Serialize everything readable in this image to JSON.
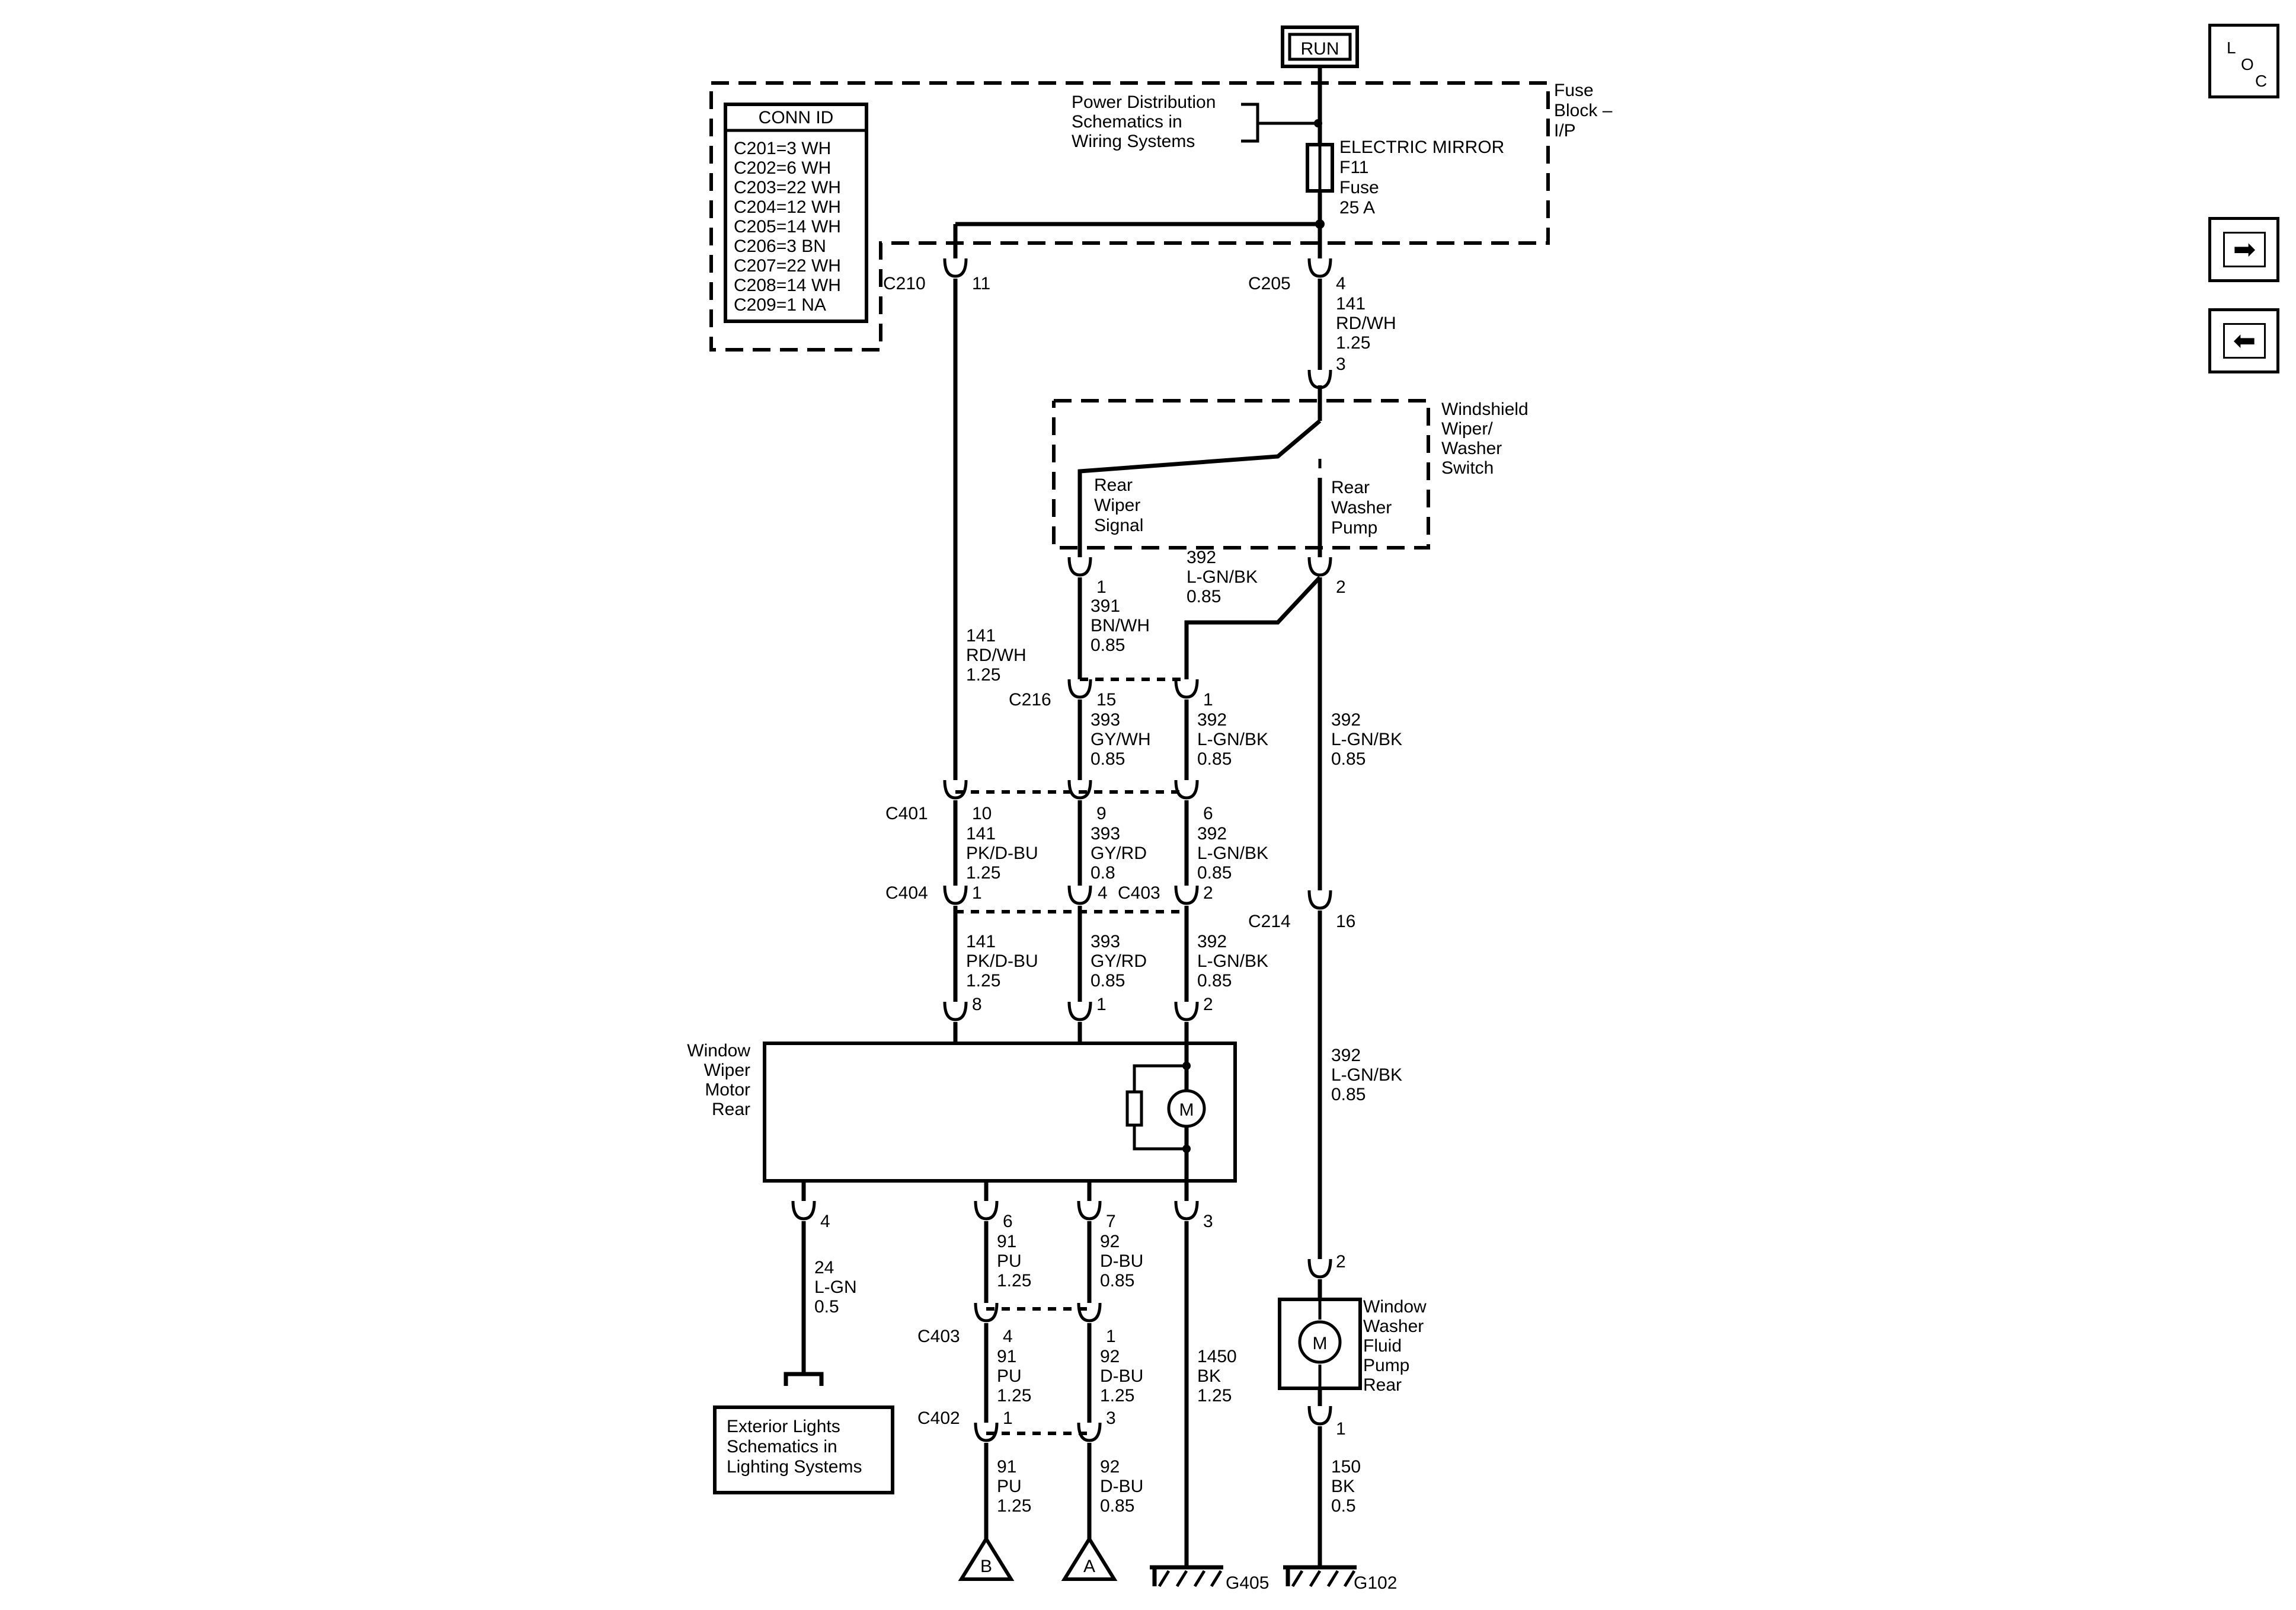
{
  "labels": {
    "run": "RUN",
    "power_dist": [
      "Power Distribution",
      "Schematics in",
      "Wiring Systems"
    ],
    "fuse_block": [
      "Fuse",
      "Block –",
      "I/P"
    ],
    "fuse": [
      "ELECTRIC MIRROR",
      "F11",
      "Fuse",
      "25 A"
    ],
    "conn_id_title": "CONN ID",
    "conn_id": [
      "C201=3 WH",
      "C202=6 WH",
      "C203=22 WH",
      "C204=12 WH",
      "C205=14 WH",
      "C206=3 BN",
      "C207=22 WH",
      "C208=14 WH",
      "C209=1 NA"
    ],
    "switch_name": [
      "Windshield",
      "Wiper/",
      "Washer",
      "Switch"
    ],
    "rear_wiper_signal": [
      "Rear",
      "Wiper",
      "Signal"
    ],
    "rear_washer_pump": [
      "Rear",
      "Washer",
      "Pump"
    ],
    "wiper_motor": [
      "Window",
      "Wiper",
      "Motor",
      "Rear"
    ],
    "washer_pump": [
      "Window",
      "Washer",
      "Fluid",
      "Pump",
      "Rear"
    ],
    "motor_symbol": "M",
    "ext_lights": [
      "Exterior Lights",
      "Schematics in",
      "Lighting Systems"
    ],
    "offpage_b": "B",
    "offpage_a": "A",
    "ground_g405": "G405",
    "ground_g102": "G102"
  },
  "connectors": {
    "c210": "C210",
    "c210_pin": "11",
    "c205": "C205",
    "c205_pin": "4",
    "switch_in_pin": "3",
    "c216": "C216",
    "c216_p15": "15",
    "c216_p1": "1",
    "switch_p1": "1",
    "switch_p2": "2",
    "c401": "C401",
    "c401_p10": "10",
    "c401_p9": "9",
    "c401_p6": "6",
    "c404": "C404",
    "c404_p1": "1",
    "c404_p4": "4",
    "c403_top": "C403",
    "c403_top_p2": "2",
    "motor_p8": "8",
    "motor_p1": "1",
    "motor_p2": "2",
    "motor_p4": "4",
    "motor_p6": "6",
    "motor_p7": "7",
    "motor_p3": "3",
    "c214": "C214",
    "c214_pin": "16",
    "c403_bot": "C403",
    "c403_bot_p4": "4",
    "c403_bot_p1": "1",
    "c402": "C402",
    "c402_p1": "1",
    "c402_p3": "3",
    "pump_p2": "2",
    "pump_p1": "1"
  },
  "wires": {
    "w141_top": [
      "141",
      "RD/WH",
      "1.25"
    ],
    "w141_c205": [
      "141",
      "RD/WH",
      "1.25"
    ],
    "w391": [
      "391",
      "BN/WH",
      "0.85"
    ],
    "w392_sw": [
      "392",
      "L-GN/BK",
      "0.85"
    ],
    "w393_a": [
      "393",
      "GY/WH",
      "0.85"
    ],
    "w392_a": [
      "392",
      "L-GN/BK",
      "0.85"
    ],
    "w392_right_a": [
      "392",
      "L-GN/BK",
      "0.85"
    ],
    "w141_b": [
      "141",
      "PK/D-BU",
      "1.25"
    ],
    "w393_b": [
      "393",
      "GY/RD",
      "0.8"
    ],
    "w392_b": [
      "392",
      "L-GN/BK",
      "0.85"
    ],
    "w141_c": [
      "141",
      "PK/D-BU",
      "1.25"
    ],
    "w393_c": [
      "393",
      "GY/RD",
      "0.85"
    ],
    "w392_c": [
      "392",
      "L-GN/BK",
      "0.85"
    ],
    "w392_right_b": [
      "392",
      "L-GN/BK",
      "0.85"
    ],
    "w24": [
      "24",
      "L-GN",
      "0.5"
    ],
    "w91_a": [
      "91",
      "PU",
      "1.25"
    ],
    "w92_a": [
      "92",
      "D-BU",
      "0.85"
    ],
    "w91_b": [
      "91",
      "PU",
      "1.25"
    ],
    "w92_b": [
      "92",
      "D-BU",
      "1.25"
    ],
    "w1450": [
      "1450",
      "BK",
      "1.25"
    ],
    "w91_c": [
      "91",
      "PU",
      "1.25"
    ],
    "w92_c": [
      "92",
      "D-BU",
      "0.85"
    ],
    "w150": [
      "150",
      "BK",
      "0.5"
    ]
  },
  "nav": {
    "loc": [
      "L",
      "O",
      "C"
    ],
    "next_glyph": "➡",
    "prev_glyph": "⬅"
  }
}
